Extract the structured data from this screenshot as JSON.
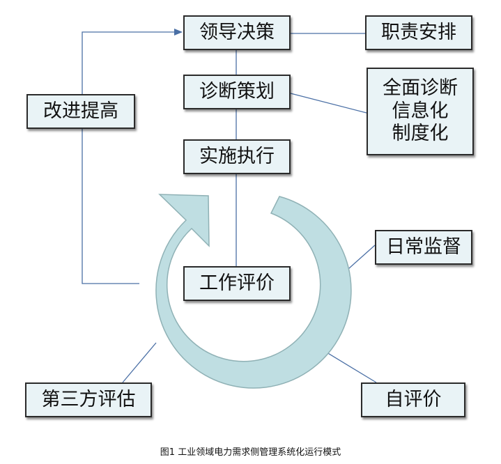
{
  "nodes": {
    "leadership_decision": "领导决策",
    "duty_arrangement": "职责安排",
    "diagnosis_planning": "诊断策划",
    "diagnosis_informatization": [
      "全面诊断",
      "信息化",
      "制度化"
    ],
    "implementation": "实施执行",
    "improvement": "改进提高",
    "daily_supervision": "日常监督",
    "work_evaluation": "工作评价",
    "third_party_evaluation": "第三方评估",
    "self_evaluation": "自评价"
  },
  "caption": "图1  工业领域电力需求侧管理系统化运行模式",
  "colors": {
    "box_fill": "#e9f3f6",
    "box_border": "#2a2a2a",
    "connector": "#4a6fa5",
    "cycle_arrow_fill": "#bfdee2",
    "cycle_arrow_stroke": "#8fb1b5"
  }
}
